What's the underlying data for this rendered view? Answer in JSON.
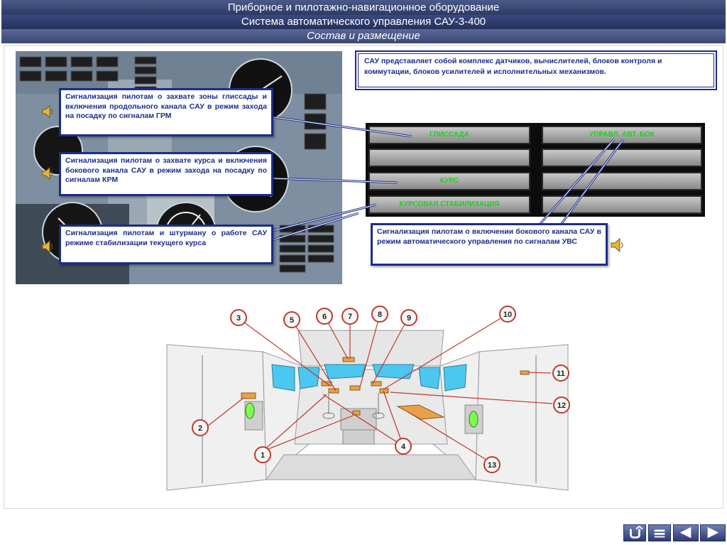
{
  "header": {
    "title": "Приборное и пилотажно-навигационное оборудование",
    "subtitle": "Система автоматического управления САУ-3-400",
    "section": "Состав и размещение"
  },
  "info": {
    "text": "САУ представляет собой комплекс датчиков, вычислителей, блоков контроля и коммутации, блоков усилителей и исполнительных механизмов."
  },
  "callouts": {
    "glideslope": "Сигнализация пилотам о захвате зоны глиссады и включения продольного канала САУ в режим захода на посадку по сигналам ГРМ",
    "course": "Сигнализация пилотам о захвате курса и включения бокового канала САУ в режим захода на посадку по сигналам КРМ",
    "stab": "Сигнализация пилотам и штурману о работе САУ режиме стабилизации текущего курса",
    "uvs": "Сигнализация пилотам о включении бокового канала САУ в режим автоматического управления по сигналам УВС"
  },
  "lamps": {
    "r1c1": "ГЛИССАДА",
    "r1c2": "УПРАВЛ. АВТ. БОК",
    "r3c1": "КУРС",
    "r4c1": "КУРСОВАЯ СТАБИЛИЗАЦИЯ"
  },
  "markers": {
    "m1": "1",
    "m2": "2",
    "m3": "3",
    "m4": "4",
    "m5": "5",
    "m6": "6",
    "m7": "7",
    "m8": "8",
    "m9": "9",
    "m10": "10",
    "m11": "11",
    "m12": "12",
    "m13": "13"
  },
  "icons": [
    "speaker-icon",
    "undo-icon",
    "menu-icon",
    "back-icon",
    "forward-icon"
  ],
  "colors": {
    "accent": "#1b2d8a",
    "lamp_text": "#1fd01f",
    "marker": "#c0392b",
    "window": "#4cc7ef"
  }
}
